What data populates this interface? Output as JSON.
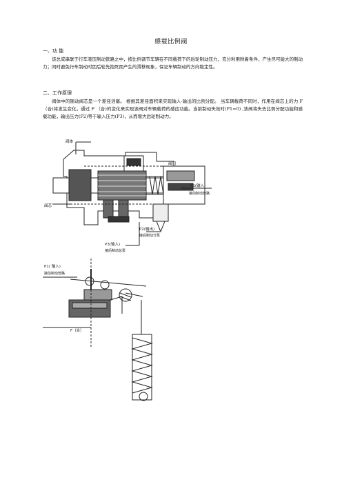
{
  "doc": {
    "title": "感载比例阀",
    "s1_heading": "一、功 能",
    "s1_text": "该总成串联于行车液压制动管路之中，按比例调节车辆在不同载荷下的后轮制动压力，充分利用附着条件，产生尽可能大的制动力；同时避免行车制动时因后轮先抱死而产生的滑移现象，保证车辆制动的方向稳定性。",
    "s2_heading": "二、工作原理",
    "s2_text": "阀体中的随动阀芯是一个差径活塞。 根据其差径面积来实现输入-输出的比例分配。 当车辆载荷不同时，作用在阀芯上的力 F （合)将发生变化，通过 F （合)的变化来实现该阀对车辆载荷的感应功能。当前制动失效时(P1=0) ,该阀将失去比例分配功能和感载功能，输出压力(P2)等于输入压力(P3)，从而增大后轮制动力。"
  },
  "figure1": {
    "label_body": "阀体",
    "label_door": "阀门",
    "label_p1": "P1(输入)",
    "label_p1_sub": "接前制动管路",
    "label_core": "阀芯",
    "label_p2": "P2(输出)",
    "label_p2_sub": "接后制动分泵",
    "label_p3": "P3(输入)",
    "label_p3_sub": "接后制动总泵"
  },
  "figure2": {
    "label_p1": "P1( 输入)",
    "label_p1_sub": "接前制动管路",
    "label_f": "F（合）"
  }
}
